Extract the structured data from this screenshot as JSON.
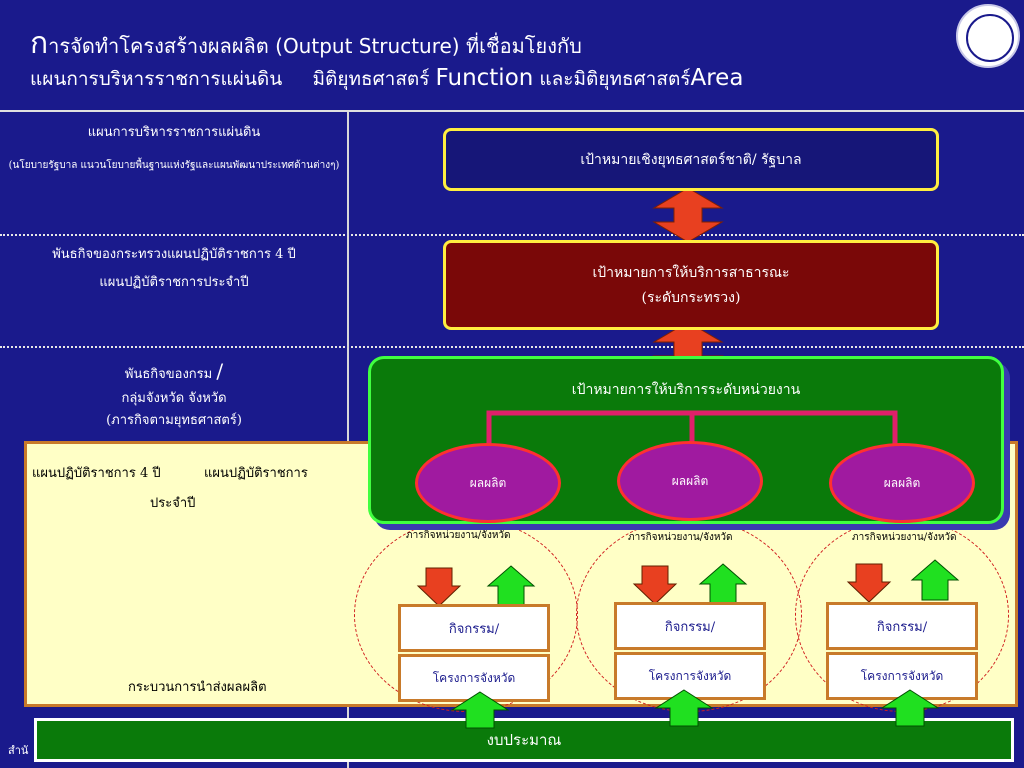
{
  "header": {
    "title_first_char": "ก",
    "title_rest": "ารจัดทำโครงสร้างผลผลิต",
    "title_en": "(Output Structure)",
    "title_link": "ที่เชื่อมโยงกับ",
    "sub_part1": "แผนการบริหารราชการแผ่นดิน",
    "sub_part2": "มิติยุทธศาสตร์",
    "sub_function": "Function",
    "sub_part3": "และมิติยุทธศาสตร์",
    "sub_area": "Area"
  },
  "left": {
    "row1_title": "แผนการบริหารราชการแผ่นดิน",
    "row1_note": "(นโยบายรัฐบาล แนวนโยบายพื้นฐานแห่งรัฐและแผนพัฒนาประเทศด้านต่างๆ)",
    "row2_line1": "พันธกิจของกระทรวงแผนปฏิบัติราชการ 4 ปี",
    "row2_line2": "แผนปฏิบัติราชการประจำปี",
    "row3_line1": "พันธกิจของกรม",
    "row3_slash": "/",
    "row3_line2": "กลุ่มจังหวัด จังหวัด",
    "row3_line3": "(ภารกิจตามยุทธศาสตร์)",
    "row4_part1": "แผนปฏิบัติราชการ 4 ปี",
    "row4_part2": "แผนปฏิบัติราชการ",
    "row4_line2": "ประจำปี",
    "row5": "กระบวนการนำส่งผลผลิต"
  },
  "diagram": {
    "national_goal": "เป้าหมายเชิงยุทธศาสตร์ชาติ/ รัฐบาล",
    "public_goal_line1": "เป้าหมายการให้บริการสาธารณะ",
    "public_goal_line2": "(ระดับกระทรวง)",
    "agency_goal": "เป้าหมายการให้บริการระดับหน่วยงาน",
    "outputs": [
      "ผลผลิต",
      "ผลผลิต",
      "ผลผลิต"
    ],
    "mission_labels": [
      "ภารกิจหน่วยงาน/จังหวัด",
      "ภารกิจหน่วยงาน/จังหวัด",
      "ภารกิจหน่วยงาน/จังหวัด"
    ],
    "activities": [
      "กิจกรรม/",
      "กิจกรรม/",
      "กิจกรรม/"
    ],
    "projects": [
      "โครงการจังหวัด",
      "โครงการจังหวัด",
      "โครงการจังหวัด"
    ],
    "budget": "งบประมาณ"
  },
  "footer": {
    "cut_text": "สำนั"
  },
  "colors": {
    "background": "#1a1a8c",
    "yellow_area": "#ffffc6",
    "green_box": "#0a7a0a",
    "red_box": "#7a0808",
    "outline_yellow": "#ffee40",
    "ellipse": "#a01aa0",
    "arrow_red": "#e04020",
    "arrow_green": "#20e020"
  }
}
